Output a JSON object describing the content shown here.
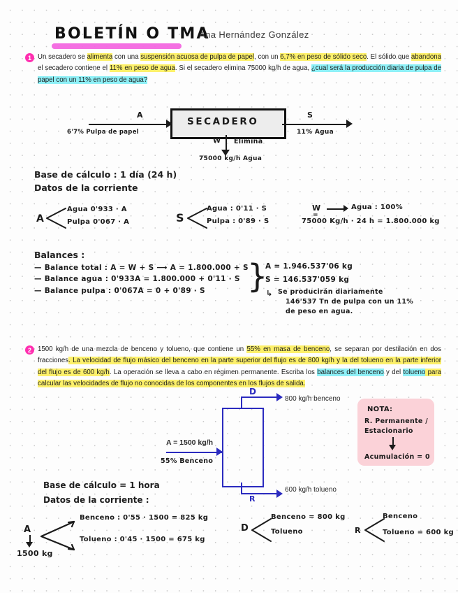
{
  "header": {
    "title": "BOLETÍN O TMA",
    "author": "Ana Hernández González",
    "underline_color": "#f368e0"
  },
  "questions": [
    {
      "number": "1",
      "text_segments": [
        {
          "t": "Un secadero se ",
          "h": "none"
        },
        {
          "t": "alimenta",
          "h": "yellow"
        },
        {
          "t": " con una ",
          "h": "none"
        },
        {
          "t": "suspensión acuosa de pulpa de papel",
          "h": "yellow"
        },
        {
          "t": ", con un ",
          "h": "none"
        },
        {
          "t": "6,7% en peso de sólido seco",
          "h": "yellow"
        },
        {
          "t": ". El sólido que ",
          "h": "none"
        },
        {
          "t": "abandona",
          "h": "yellow"
        },
        {
          "t": " el secadero contiene el ",
          "h": "none"
        },
        {
          "t": "11% en peso de agua",
          "h": "yellow"
        },
        {
          "t": ". Si el secadero elimina 75000 kg/h de agua, ",
          "h": "none"
        },
        {
          "t": "¿cual será la producción diaria de pulpa de papel con un 11% en peso de agua?",
          "h": "cyan"
        }
      ]
    },
    {
      "number": "2",
      "text_segments": [
        {
          "t": "1500 kg/h de una mezcla de benceno y tolueno, que contiene un ",
          "h": "none"
        },
        {
          "t": "55% en masa de benceno",
          "h": "yellow"
        },
        {
          "t": ", se separan por destilación en dos fracciones",
          "h": "none"
        },
        {
          "t": ". La velocidad de flujo másico del benceno en la parte superior del flujo es de 800 kg/h y la del tolueno en la parte inferior del flujo es de 600 kg/h",
          "h": "yellow"
        },
        {
          "t": ". La operación se lleva a cabo en régimen permanente. Escriba los ",
          "h": "none"
        },
        {
          "t": "balances del benceno",
          "h": "cyan"
        },
        {
          "t": " y del ",
          "h": "none"
        },
        {
          "t": "tolueno",
          "h": "cyan"
        },
        {
          "t": " para calcular las velocidades de flujo no conocidas de los componentes en los flujos de salida.",
          "h": "yellow"
        }
      ]
    }
  ],
  "diagram1": {
    "unit_label": "SECADERO",
    "inlet_label": "A",
    "inlet_sub": "6'7% Pulpa de papel",
    "outlet_label": "S",
    "outlet_sub": "11% Agua",
    "waste_label": "W",
    "waste_side": "Elimina",
    "waste_value": "75000 kg/h Agua"
  },
  "work1": {
    "base": "Base de cálculo : 1 día (24 h)",
    "datos_title": "Datos de la corriente",
    "A_letter": "A",
    "A_line1": "Agua  0'933 · A",
    "A_line2": "Pulpa 0'067 · A",
    "S_letter": "S",
    "S_line1": "Agua : 0'11 · S",
    "S_line2": "Pulpa : 0'89 · S",
    "W_letter": "W",
    "W_eq": "=",
    "W_line1": "Agua : 100%",
    "W_line2": "75000 Kg/h · 24 h = 1.800.000 kg",
    "balances_title": "Balances :",
    "balance1": "— Balance total : A = W + S ⟶  A = 1.800.000 + S",
    "balance2": "— Balance agua : 0'933A = 1.800.000 + 0'11 · S",
    "balance3": "— Balance pulpa : 0'067A = 0 + 0'89 · S",
    "result1": "A = 1.946.537'06 kg",
    "result2": "S = 146.537'059 kg",
    "result_arrow": "↳",
    "result3": "Se producirán diariamente",
    "result4": "146'537 Tn de pulpa con un 11%",
    "result5": "de peso en agua."
  },
  "diagram2": {
    "top_letter": "D",
    "top_text": "800 kg/h benceno",
    "feed_text": "A = 1500 kg/h",
    "feed_sub": "55% Benceno",
    "bottom_letter": "R",
    "bottom_text": "600 kg/h tolueno",
    "line_color": "#2b2bbf"
  },
  "nota": {
    "title": "NOTA:",
    "line1": "R. Permanente /",
    "line2": "Estacionario",
    "line3": "Acumulación = 0",
    "bg_color": "#fbd2d8"
  },
  "work2": {
    "base": "Base de cálculo = 1 hora",
    "datos_title": "Datos de la corriente :",
    "A_letter": "A",
    "A_value": "1500 kg",
    "A_line1": "Benceno : 0'55 · 1500 = 825 kg",
    "A_line2": "Tolueno : 0'45 · 1500 = 675 kg",
    "D_letter": "D",
    "D_line1": "Benceno = 800 kg",
    "D_line2": "Tolueno",
    "R_letter": "R",
    "R_line1": "Benceno",
    "R_line2": "Tolueno = 600 kg"
  }
}
